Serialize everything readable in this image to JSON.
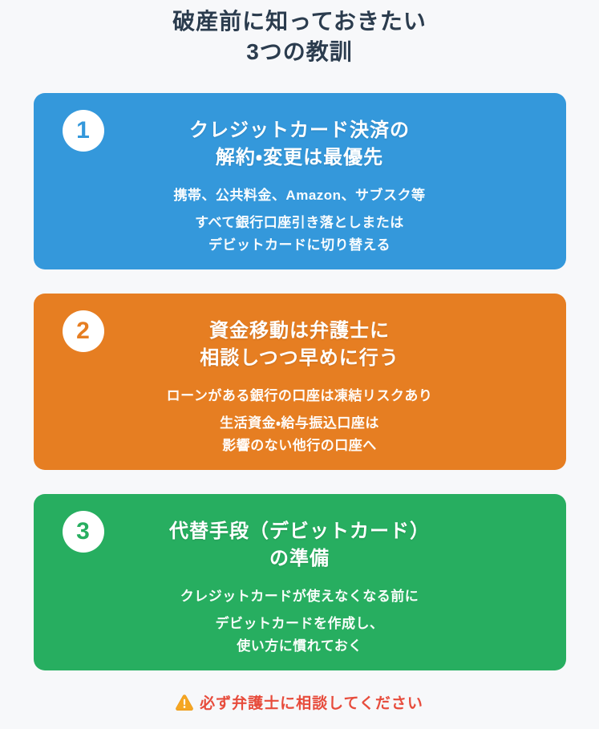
{
  "page": {
    "background": "#f7f8fa"
  },
  "header": {
    "title_line1": "破産前に知っておきたい",
    "title_line2": "3つの教訓",
    "color": "#2b3c4e"
  },
  "cards": [
    {
      "number": "1",
      "color": "#3498db",
      "title_line1": "クレジットカード決済の",
      "title_line2": "解約・変更は最優先",
      "body_para1": "携帯、公共料金、Amazon、サブスク等",
      "body_para2_line1": "すべて銀行口座引き落としまたは",
      "body_para2_line2": "デビットカードに切り替える"
    },
    {
      "number": "2",
      "color": "#e67e22",
      "title_line1": "資金移動は弁護士に",
      "title_line2": "相談しつつ早めに行う",
      "body_para1": "ローンがある銀行の口座は凍結リスクあり",
      "body_para2_line1": "生活資金・給与振込口座は",
      "body_para2_line2": "影響のない他行の口座へ"
    },
    {
      "number": "3",
      "color": "#27ae60",
      "title_line1": "代替手段（デビットカード）",
      "title_line2": "の準備",
      "body_para1": "クレジットカードが使えなくなる前に",
      "body_para2_line1": "デビットカードを作成し、",
      "body_para2_line2": "使い方に慣れておく"
    }
  ],
  "footer": {
    "icon": "warning-triangle-icon",
    "icon_color": "#f5a623",
    "text": "必ず弁護士に相談してください",
    "color": "#e74c3c"
  }
}
